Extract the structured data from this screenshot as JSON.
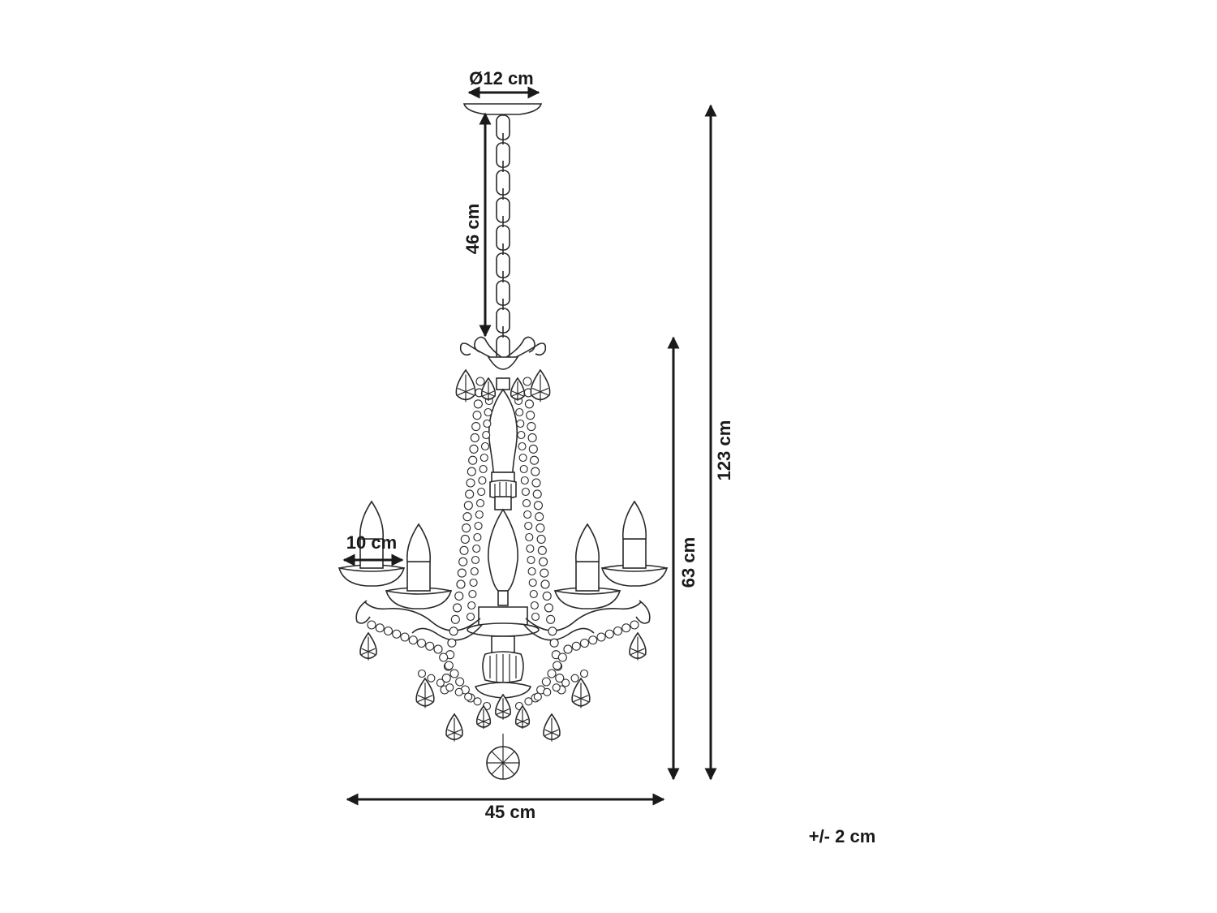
{
  "dimensions": {
    "canopy_diameter": "Ø12 cm",
    "chain_length": "46 cm",
    "total_height": "123 cm",
    "body_height": "63 cm",
    "cup_width": "10 cm",
    "total_width": "45 cm",
    "tolerance": "+/- 2 cm"
  },
  "colors": {
    "ink": "#1a1a1a",
    "background": "#ffffff"
  }
}
